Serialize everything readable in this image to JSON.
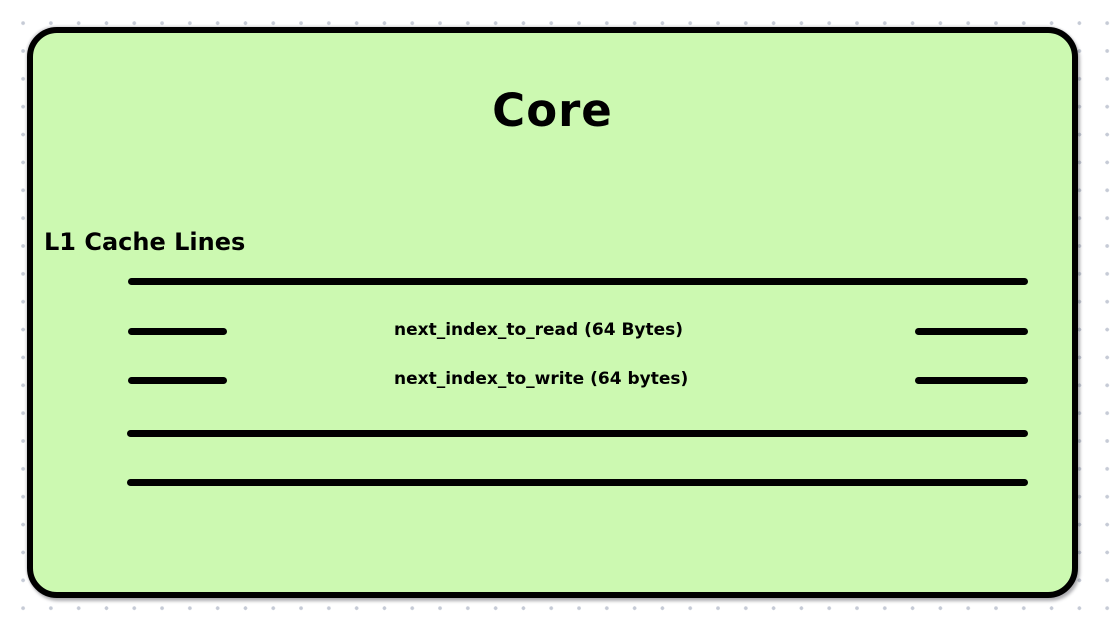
{
  "diagram": {
    "title": "Core",
    "cache_section_label": "L1 Cache Lines",
    "rows": [
      {
        "label": "next_index_to_read (64 Bytes)"
      },
      {
        "label": "next_index_to_write (64 bytes)"
      }
    ],
    "colors": {
      "background": "#ffffff",
      "grid_dot": "#c6cbd6",
      "box_fill": "#ccf9b1",
      "stroke": "#000000"
    }
  }
}
